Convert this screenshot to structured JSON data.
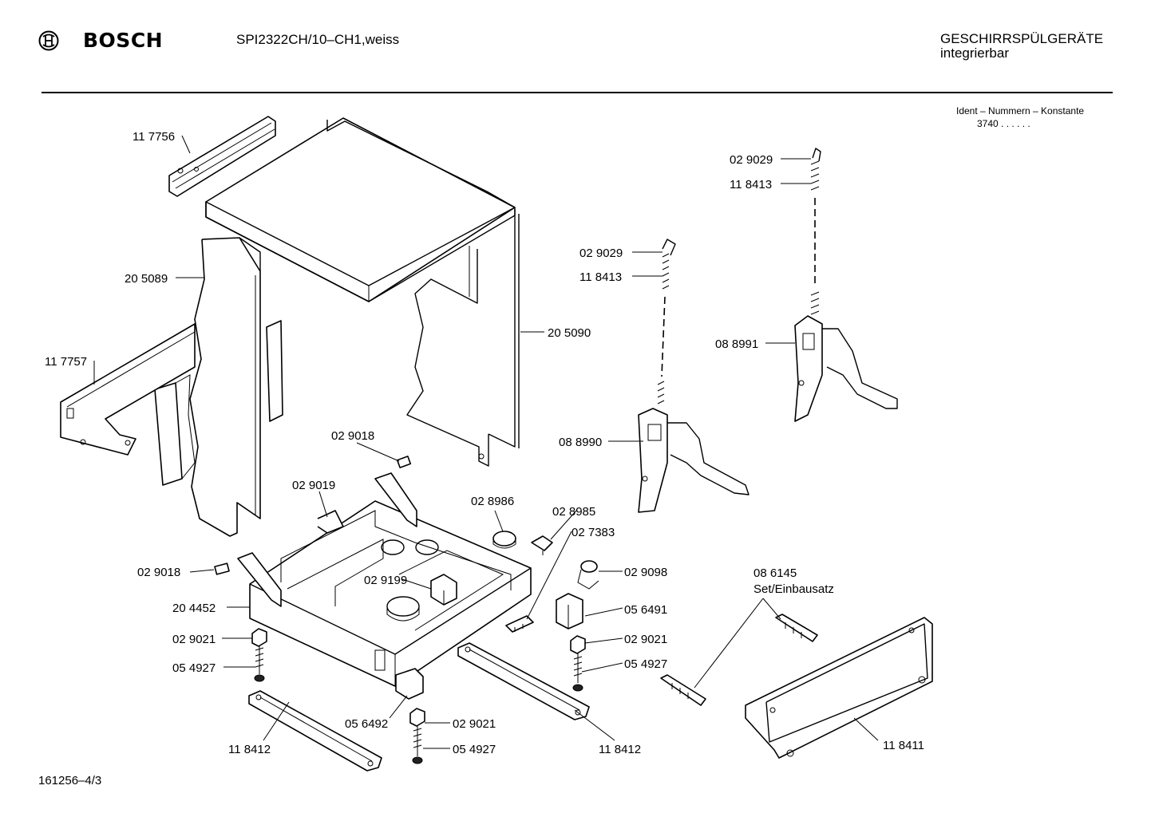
{
  "header": {
    "brand": "BOSCH",
    "model": "SPI2322CH/10–CH1,weiss",
    "category": "GESCHIRRSPÜLGERÄTE",
    "subcategory": "integrierbar",
    "ident_label": "Ident – Nummern – Konstante",
    "ident_value": "3740  .  .     .  .  .  ."
  },
  "footer": {
    "document_number": "161256–4/3"
  },
  "parts": [
    {
      "id": "p1",
      "number": "11 7756"
    },
    {
      "id": "p2",
      "number": "20 5089"
    },
    {
      "id": "p3",
      "number": "11 7757"
    },
    {
      "id": "p4",
      "number": "20 5090"
    },
    {
      "id": "p5",
      "number": "02 9018"
    },
    {
      "id": "p6",
      "number": "02 9019"
    },
    {
      "id": "p7",
      "number": "02 8986"
    },
    {
      "id": "p8",
      "number": "02 8985"
    },
    {
      "id": "p9",
      "number": "02 7383"
    },
    {
      "id": "p10",
      "number": "02 9018"
    },
    {
      "id": "p11",
      "number": "02 9199"
    },
    {
      "id": "p12",
      "number": "02 9098"
    },
    {
      "id": "p13",
      "number": "20 4452"
    },
    {
      "id": "p14",
      "number": "05 6491"
    },
    {
      "id": "p15",
      "number": "02 9021"
    },
    {
      "id": "p16",
      "number": "02 9021"
    },
    {
      "id": "p17",
      "number": "05 4927"
    },
    {
      "id": "p18",
      "number": "05 4927"
    },
    {
      "id": "p19",
      "number": "05 6492"
    },
    {
      "id": "p20",
      "number": "02 9021"
    },
    {
      "id": "p21",
      "number": "05 4927"
    },
    {
      "id": "p22",
      "number": "11 8412"
    },
    {
      "id": "p23",
      "number": "11 8412"
    },
    {
      "id": "p24",
      "number": "02 9029"
    },
    {
      "id": "p25",
      "number": "11 8413"
    },
    {
      "id": "p26",
      "number": "02 9029"
    },
    {
      "id": "p27",
      "number": "11 8413"
    },
    {
      "id": "p28",
      "number": "08 8991"
    },
    {
      "id": "p29",
      "number": "08 8990"
    },
    {
      "id": "p30",
      "number": "08 6145"
    },
    {
      "id": "p31",
      "number": "Set/Einbausatz"
    },
    {
      "id": "p32",
      "number": "11 8411"
    }
  ]
}
